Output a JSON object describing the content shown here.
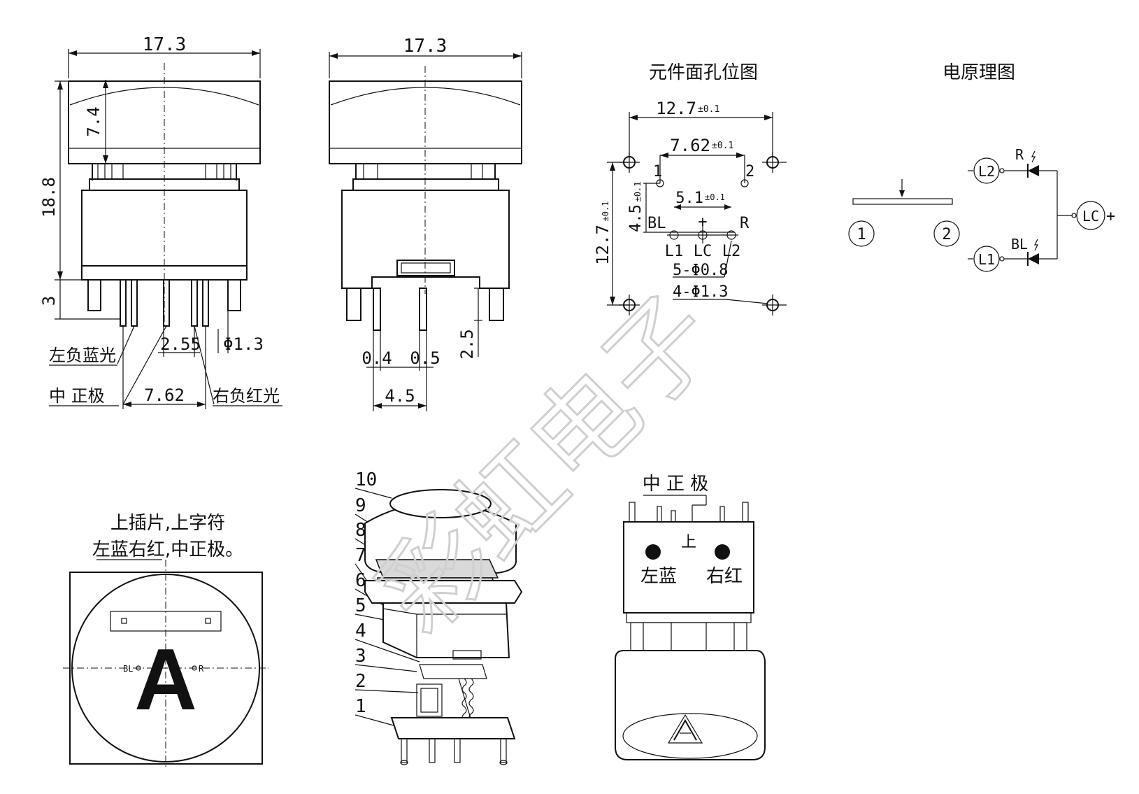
{
  "front_view": {
    "width_dim": "17.3",
    "cap_height_dim": "7.4",
    "total_height_dim": "18.8",
    "pin_length_dim": "3",
    "pitch_dim": "2.55",
    "pin_dia_dim": "Φ1.3",
    "span_dim": "7.62",
    "label_left_blue": "左负蓝光",
    "label_center": "中  正极",
    "label_right_red": "右负红光"
  },
  "side_view": {
    "width_dim": "17.3",
    "pin_w1": "0.4",
    "pin_w2": "0.5",
    "pin_gap": "4.5",
    "pin_len": "2.5"
  },
  "hole_layout": {
    "title": "元件面孔位图",
    "outer_span": "12.7",
    "outer_span_tol": "±0.1",
    "inner_span": "7.62",
    "inner_span_tol": "±0.1",
    "led_span": "5.1",
    "led_span_tol": "±0.1",
    "row_offset": "4.5",
    "row_offset_tol": "±0.1",
    "outer_height": "12.7",
    "outer_height_tol": "±0.1",
    "pin1": "1",
    "pin2": "2",
    "bl": "BL",
    "plus": "+",
    "r": "R",
    "l1": "L1",
    "lc": "LC",
    "l2": "L2",
    "small_holes": "5-Φ0.8",
    "large_holes": "4-Φ1.3"
  },
  "schematic": {
    "title": "电原理图",
    "n1": "1",
    "n2": "2",
    "l2": "L2",
    "l1": "L1",
    "lc": "LC",
    "plus": "+",
    "r": "R",
    "bl": "BL"
  },
  "insert_view": {
    "note_line1": "上插片,上字符",
    "note_line2": "左蓝右红,中正极。",
    "glyph": "A",
    "bl": "BL",
    "r": "R"
  },
  "exploded_view": {
    "parts": [
      "10",
      "9",
      "8",
      "7",
      "6",
      "5",
      "4",
      "3",
      "2",
      "1"
    ]
  },
  "iso_view": {
    "label_center": "中 正 极",
    "label_up": "上",
    "label_left": "左蓝",
    "label_right": "右红",
    "glyph": "A"
  },
  "watermark": "彩虹电子"
}
